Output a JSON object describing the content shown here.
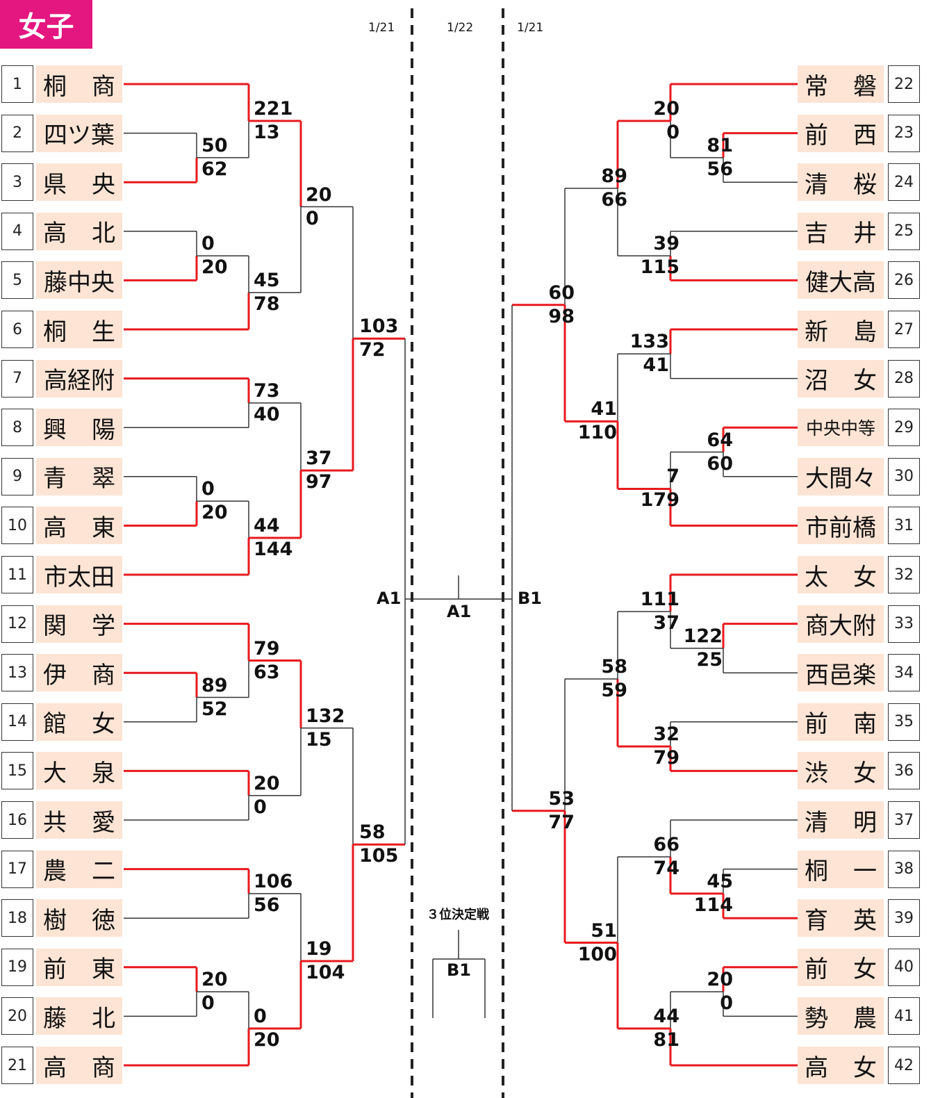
{
  "title": "女子",
  "dates": {
    "left": "1/21",
    "center": "1/22",
    "right": "1/21"
  },
  "teams": [
    {
      "no": "1",
      "name": "桐　商"
    },
    {
      "no": "2",
      "name": "四ツ葉"
    },
    {
      "no": "3",
      "name": "県　央"
    },
    {
      "no": "4",
      "name": "高　北"
    },
    {
      "no": "5",
      "name": "藤中央"
    },
    {
      "no": "6",
      "name": "桐　生"
    },
    {
      "no": "7",
      "name": "高経附"
    },
    {
      "no": "8",
      "name": "興　陽"
    },
    {
      "no": "9",
      "name": "青　翠"
    },
    {
      "no": "10",
      "name": "高　東"
    },
    {
      "no": "11",
      "name": "市太田"
    },
    {
      "no": "12",
      "name": "関　学"
    },
    {
      "no": "13",
      "name": "伊　商"
    },
    {
      "no": "14",
      "name": "館　女"
    },
    {
      "no": "15",
      "name": "大　泉"
    },
    {
      "no": "16",
      "name": "共　愛"
    },
    {
      "no": "17",
      "name": "農　二"
    },
    {
      "no": "18",
      "name": "樹　徳"
    },
    {
      "no": "19",
      "name": "前　東"
    },
    {
      "no": "20",
      "name": "藤　北"
    },
    {
      "no": "21",
      "name": "高　商"
    },
    {
      "no": "22",
      "name": "常　磐"
    },
    {
      "no": "23",
      "name": "前　西"
    },
    {
      "no": "24",
      "name": "清　桜"
    },
    {
      "no": "25",
      "name": "吉　井"
    },
    {
      "no": "26",
      "name": "健大高"
    },
    {
      "no": "27",
      "name": "新　島"
    },
    {
      "no": "28",
      "name": "沼　女"
    },
    {
      "no": "29",
      "name": "中央中等"
    },
    {
      "no": "30",
      "name": "大間々"
    },
    {
      "no": "31",
      "name": "市前橋"
    },
    {
      "no": "32",
      "name": "太　女"
    },
    {
      "no": "33",
      "name": "商大附"
    },
    {
      "no": "34",
      "name": "西邑楽"
    },
    {
      "no": "35",
      "name": "前　南"
    },
    {
      "no": "36",
      "name": "渋　女"
    },
    {
      "no": "37",
      "name": "清　明"
    },
    {
      "no": "38",
      "name": "桐　一"
    },
    {
      "no": "39",
      "name": "育　英"
    },
    {
      "no": "40",
      "name": "前　女"
    },
    {
      "no": "41",
      "name": "勢　農"
    },
    {
      "no": "42",
      "name": "高　女"
    }
  ],
  "scores": [
    {
      "top": "50",
      "bottom": "62"
    },
    {
      "top": "0",
      "bottom": "20"
    },
    {
      "top": "0",
      "bottom": "20"
    },
    {
      "top": "89",
      "bottom": "52"
    },
    {
      "top": "20",
      "bottom": "0"
    },
    {
      "top": "221",
      "bottom": "13"
    },
    {
      "top": "45",
      "bottom": "78"
    },
    {
      "top": "73",
      "bottom": "40"
    },
    {
      "top": "44",
      "bottom": "144"
    },
    {
      "top": "79",
      "bottom": "63"
    },
    {
      "top": "20",
      "bottom": "0"
    },
    {
      "top": "106",
      "bottom": "56"
    },
    {
      "top": "0",
      "bottom": "20"
    },
    {
      "top": "20",
      "bottom": "0"
    },
    {
      "top": "37",
      "bottom": "97"
    },
    {
      "top": "132",
      "bottom": "15"
    },
    {
      "top": "19",
      "bottom": "104"
    },
    {
      "top": "103",
      "bottom": "72"
    },
    {
      "top": "58",
      "bottom": "105"
    },
    {
      "top": "81",
      "bottom": "56"
    },
    {
      "top": "64",
      "bottom": "60"
    },
    {
      "top": "122",
      "bottom": "25"
    },
    {
      "top": "45",
      "bottom": "114"
    },
    {
      "top": "20",
      "bottom": "0"
    },
    {
      "top": "20",
      "bottom": "0"
    },
    {
      "top": "39",
      "bottom": "115"
    },
    {
      "top": "133",
      "bottom": "41"
    },
    {
      "top": "7",
      "bottom": "179"
    },
    {
      "top": "111",
      "bottom": "37"
    },
    {
      "top": "32",
      "bottom": "79"
    },
    {
      "top": "66",
      "bottom": "74"
    },
    {
      "top": "44",
      "bottom": "81"
    },
    {
      "top": "89",
      "bottom": "66"
    },
    {
      "top": "41",
      "bottom": "110"
    },
    {
      "top": "58",
      "bottom": "59"
    },
    {
      "top": "51",
      "bottom": "100"
    },
    {
      "top": "60",
      "bottom": "98"
    },
    {
      "top": "53",
      "bottom": "77"
    }
  ],
  "labels": {
    "a1_left": "A1",
    "b1_right": "B1",
    "a1_center": "A1",
    "third_place": "３位決定戦",
    "b1_third": "B1"
  },
  "colors": {
    "winner_line": "#e8191e",
    "loser_line": "#333333",
    "badge": "#e4167f",
    "name_bg": "#fde4d4"
  }
}
